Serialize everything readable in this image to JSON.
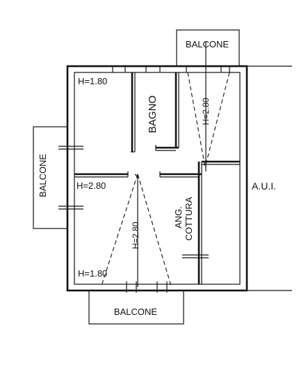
{
  "plan": {
    "labels": {
      "balcone_top": "BALCONE",
      "balcone_left": "BALCONE",
      "balcone_bottom": "BALCONE",
      "bagno": "BAGNO",
      "aui": "A.U.I.",
      "ang": "ANG.",
      "cottura": "COTTURA",
      "h_top_left": "H=1.80",
      "h_top_right": "H=2.80",
      "h_mid_left": "H=2.80",
      "h_mid_center": "H=2.80",
      "h_bottom_left": "H=1.80"
    }
  }
}
